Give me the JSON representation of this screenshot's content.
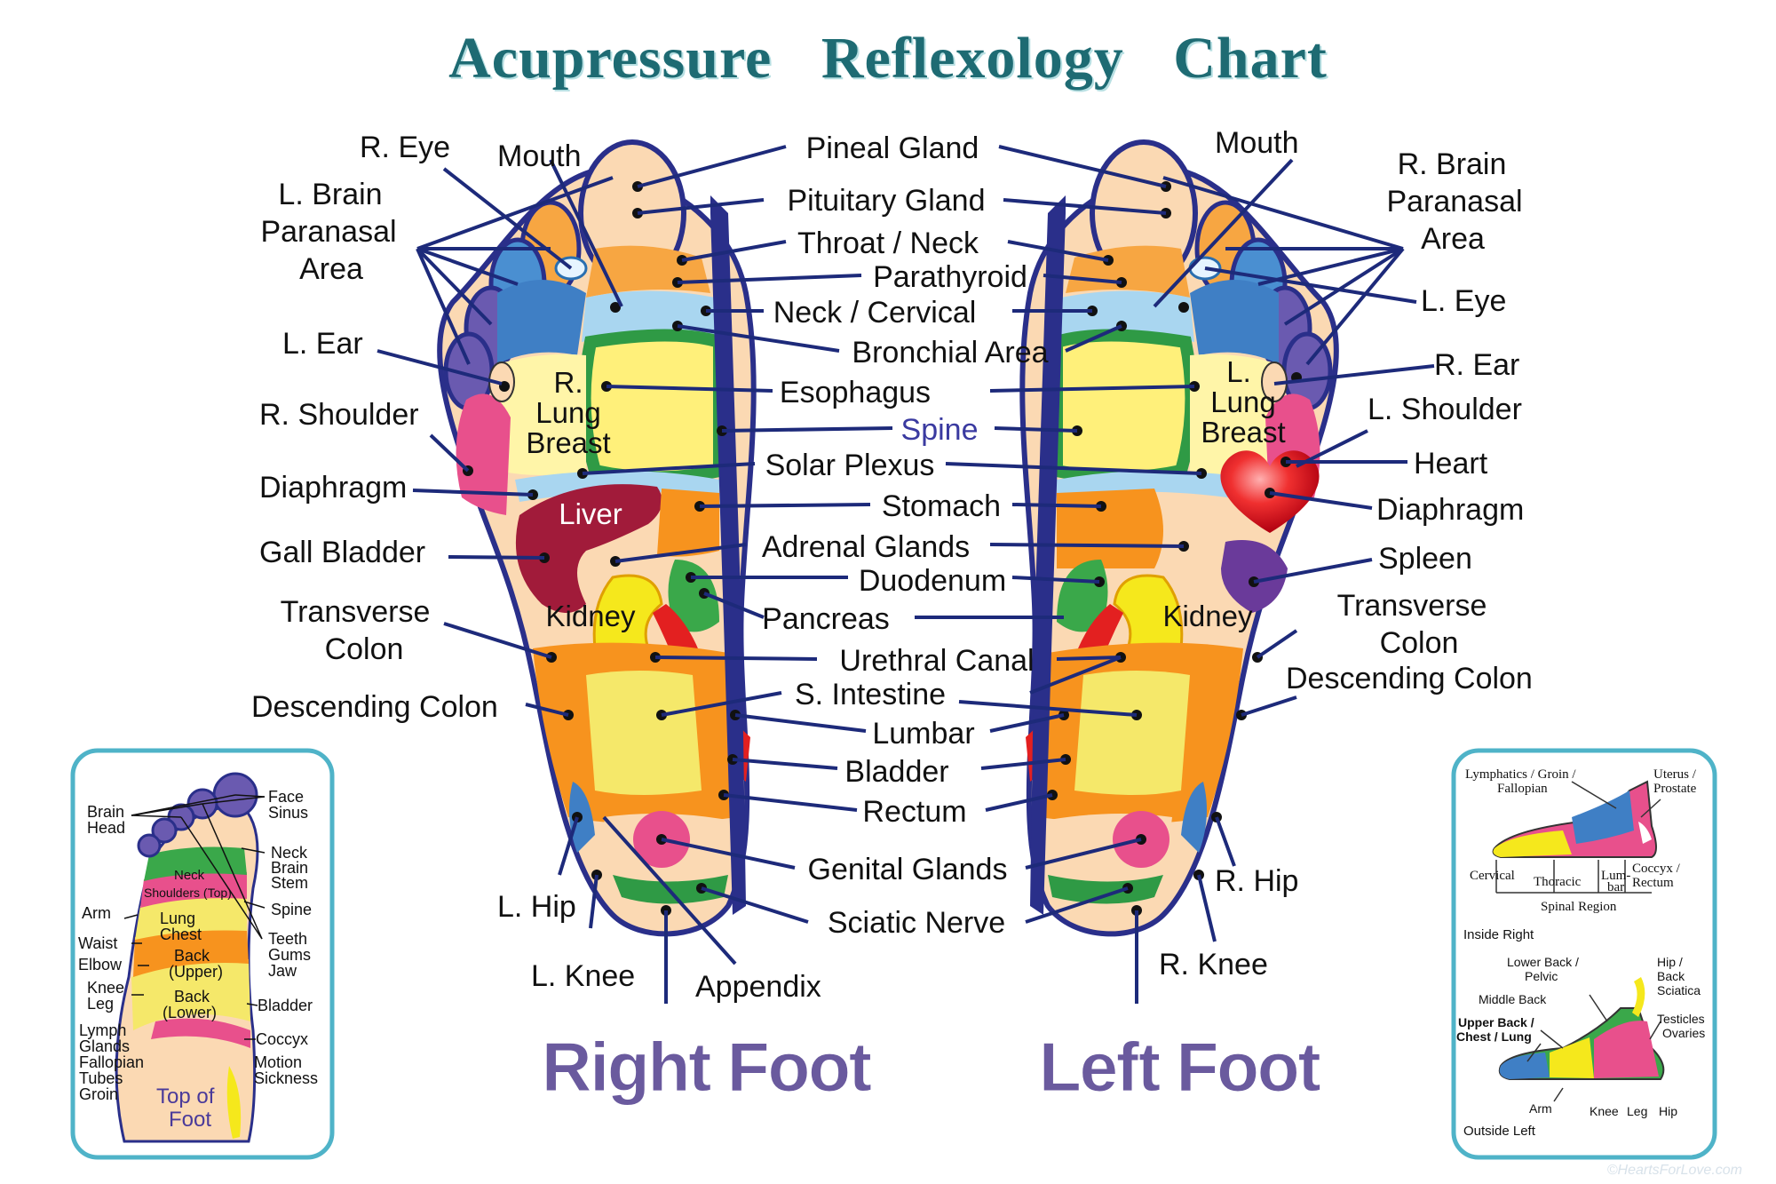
{
  "title": "Acupressure Reflexology Chart",
  "right_foot_title": "Right Foot",
  "left_foot_title": "Left Foot",
  "labels": {
    "r_eye": "R. Eye",
    "mouth_r": "Mouth",
    "l_brain_1": "L. Brain",
    "l_brain_2": "Paranasal",
    "l_brain_3": "Area",
    "l_ear": "L. Ear",
    "r_shoulder": "R. Shoulder",
    "diaphragm_r": "Diaphragm",
    "gall_bladder": "Gall Bladder",
    "transverse_r_1": "Transverse",
    "transverse_r_2": "Colon",
    "descending_r": "Descending Colon",
    "l_hip": "L. Hip",
    "l_knee": "L. Knee",
    "appendix": "Appendix",
    "pineal": "Pineal Gland",
    "pituitary": "Pituitary Gland",
    "throat": "Throat / Neck",
    "parathyroid": "Parathyroid",
    "neck_cervical": "Neck / Cervical",
    "bronchial": "Bronchial Area",
    "esophagus": "Esophagus",
    "spine": "Spine",
    "solar_plexus": "Solar Plexus",
    "stomach": "Stomach",
    "adrenal": "Adrenal Glands",
    "duodenum": "Duodenum",
    "pancreas": "Pancreas",
    "urethral": "Urethral Canal",
    "s_intestine": "S. Intestine",
    "lumbar": "Lumbar",
    "bladder": "Bladder",
    "rectum": "Rectum",
    "genital": "Genital Glands",
    "sciatic": "Sciatic Nerve",
    "mouth_l": "Mouth",
    "r_brain_1": "R. Brain",
    "r_brain_2": "Paranasal",
    "r_brain_3": "Area",
    "l_eye": "L. Eye",
    "r_ear": "R. Ear",
    "l_shoulder": "L. Shoulder",
    "heart": "Heart",
    "diaphragm_l": "Diaphragm",
    "spleen": "Spleen",
    "transverse_l_1": "Transverse",
    "transverse_l_2": "Colon",
    "descending_l": "Descending Colon",
    "r_hip": "R. Hip",
    "r_knee": "R. Knee"
  },
  "inner_labels": {
    "r_lung_1": "R.",
    "r_lung_2": "Lung",
    "r_lung_3": "Breast",
    "liver": "Liver",
    "kidney_r": "Kidney",
    "l_lung_1": "L.",
    "l_lung_2": "Lung",
    "l_lung_3": "Breast",
    "kidney_l": "Kidney"
  },
  "top_foot_box": {
    "brain": "Brain",
    "head": "Head",
    "face": "Face",
    "sinus": "Sinus",
    "neck": "Neck",
    "brain2": "Brain",
    "stem": "Stem",
    "spine": "Spine",
    "teeth": "Teeth",
    "gums": "Gums",
    "jaw": "Jaw",
    "arm": "Arm",
    "waist": "Waist",
    "elbow": "Elbow",
    "knee": "Knee",
    "leg": "Leg",
    "lymph": "Lymph",
    "glands": "Glands",
    "fallopian": "Fallopian",
    "tubes": "Tubes",
    "groin": "Groin",
    "bladder": "Bladder",
    "coccyx": "Coccyx",
    "motion": "Motion",
    "sickness": "Sickness",
    "z_neck": "Neck",
    "z_shoulders": "Shoulders (Top)",
    "z_lung": "Lung",
    "z_chest": "Chest",
    "z_back_u1": "Back",
    "z_back_u2": "(Upper)",
    "z_back_l1": "Back",
    "z_back_l2": "(Lower)",
    "z_top1": "Top of",
    "z_top2": "Foot"
  },
  "side_box": {
    "lymph": "Lymphatics / Groin /",
    "fallopian": "Fallopian",
    "uterus": "Uterus /",
    "prostate": "Prostate",
    "cervical": "Cervical",
    "thoracic": "Thoracic",
    "lum": "Lum-",
    "bar": "bar",
    "coccyx": "Coccyx /",
    "rectum": "Rectum",
    "spinal": "Spinal Region",
    "inside_right": "Inside Right",
    "lower_back": "Lower Back /",
    "pelvic": "Pelvic",
    "hip": "Hip /",
    "back": "Back",
    "sciatica": "Sciatica",
    "middle_back": "Middle Back",
    "testicles": "Testicles",
    "ovaries": "Ovaries",
    "upper_back": "Upper Back /",
    "chest_lung": "Chest / Lung",
    "arm": "Arm",
    "knee": "Knee",
    "leg": "Leg",
    "hip2": "Hip",
    "outside_left": "Outside Left"
  },
  "copyright": "©HeartsForLove.com",
  "colors": {
    "title": "#1e6b73",
    "foot_title": "#6a5a9e",
    "line": "#1d2a7a",
    "box_border": "#4fb3c8"
  }
}
